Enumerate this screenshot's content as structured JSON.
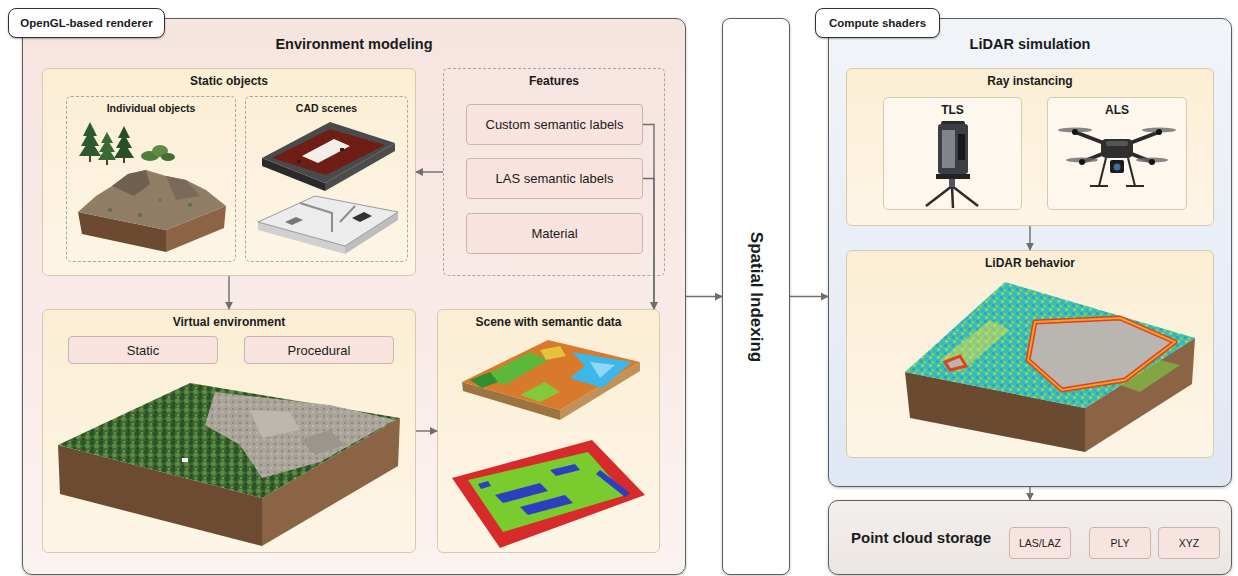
{
  "diagram": {
    "nodes": [
      {
        "text": [
          "OpenGL-based renderer"
        ]
      },
      {
        "text": [
          "Environment modeling"
        ]
      },
      {
        "text": [
          "Static objects"
        ],
        "in": 1
      },
      {
        "text": [
          "Individual objects"
        ],
        "in": 2
      },
      {
        "text": [
          "CAD scenes"
        ],
        "in": 2
      },
      {
        "text": [
          "Features"
        ],
        "in": 1
      },
      {
        "text": [
          "Custom semantic labels"
        ],
        "in": 5
      },
      {
        "text": [
          "LAS semantic labels"
        ],
        "in": 5
      },
      {
        "text": [
          "Material"
        ],
        "in": 5
      },
      {
        "text": [
          "Virtual environment"
        ],
        "in": 1
      },
      {
        "text": [
          "Static"
        ],
        "in": 9
      },
      {
        "text": [
          "Procedural"
        ],
        "in": 9
      },
      {
        "text": [
          "Scene with semantic data"
        ],
        "in": 1
      },
      {
        "text": [
          "Spatial Indexing"
        ]
      },
      {
        "text": [
          "Compute shaders"
        ]
      },
      {
        "text": [
          "LiDAR simulation"
        ]
      },
      {
        "text": [
          "Ray instancing"
        ],
        "in": 15
      },
      {
        "text": [
          "TLS"
        ],
        "in": 16
      },
      {
        "text": [
          "ALS"
        ],
        "in": 16
      },
      {
        "text": [
          "LiDAR behavior"
        ],
        "in": 15
      },
      {
        "text": [
          "Point cloud storage"
        ]
      },
      {
        "text": [
          "LAS/LAZ"
        ],
        "in": 20
      },
      {
        "text": [
          "PLY"
        ],
        "in": 20
      },
      {
        "text": [
          "XYZ"
        ],
        "in": 20
      }
    ],
    "edges": [
      {
        "from": 5,
        "to": 2,
        "arrow": "to"
      },
      {
        "from": 2,
        "to": 9,
        "arrow": "to"
      },
      {
        "from": 9,
        "to": 12,
        "arrow": "to"
      },
      {
        "from": 6,
        "to": 12,
        "arrow": "to"
      },
      {
        "from": 7,
        "to": 12,
        "arrow": "to"
      },
      {
        "from": 1,
        "to": 13,
        "arrow": "to"
      },
      {
        "from": 13,
        "to": 15,
        "arrow": "to"
      },
      {
        "from": 16,
        "to": 19,
        "arrow": "to"
      },
      {
        "from": 15,
        "to": 20,
        "arrow": "to"
      }
    ]
  }
}
